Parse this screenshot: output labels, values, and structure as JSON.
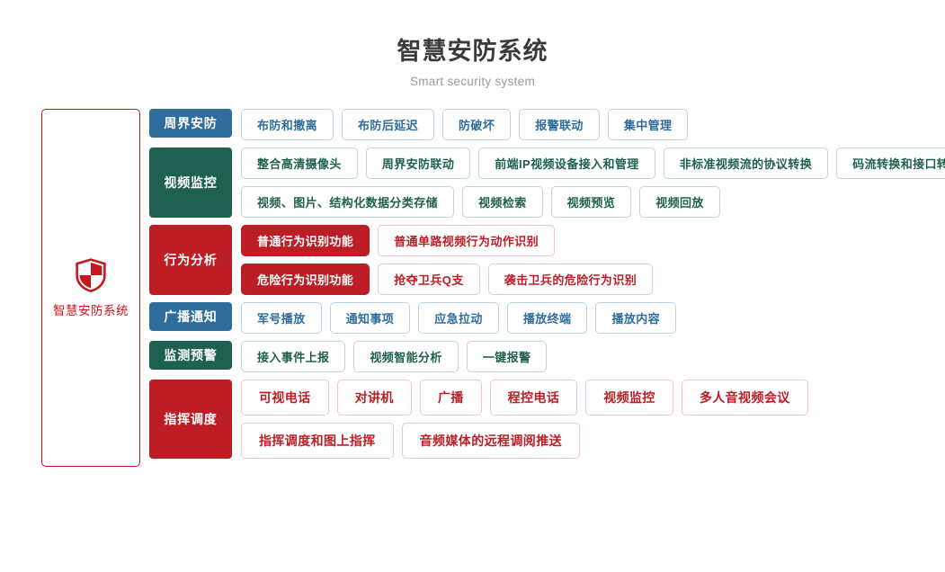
{
  "header": {
    "title": "智慧安防系统",
    "subtitle": "Smart security system"
  },
  "brand": {
    "icon": "shield-icon",
    "label": "智慧安防系统",
    "color": "#c8161d"
  },
  "colors": {
    "blue": "#2e6d9c",
    "green": "#1f6151",
    "red": "#bd1e26",
    "brand_red": "#c8161d",
    "title_gray": "#3b3b3b",
    "subtitle_gray": "#9a9a9a"
  },
  "categories": [
    {
      "label": "周界安防",
      "theme": "blue",
      "lines": [
        [
          {
            "label": "布防和撤离",
            "style": "outline"
          },
          {
            "label": "布防后延迟",
            "style": "outline"
          },
          {
            "label": "防破坏",
            "style": "outline"
          },
          {
            "label": "报警联动",
            "style": "outline"
          },
          {
            "label": "集中管理",
            "style": "outline"
          }
        ]
      ]
    },
    {
      "label": "视频监控",
      "theme": "green",
      "lines": [
        [
          {
            "label": "整合高清摄像头",
            "style": "outline"
          },
          {
            "label": "周界安防联动",
            "style": "outline"
          },
          {
            "label": "前端IP视频设备接入和管理",
            "style": "outline"
          },
          {
            "label": "非标准视频流的协议转换",
            "style": "outline"
          },
          {
            "label": "码流转换和接口转换",
            "style": "outline"
          }
        ],
        [
          {
            "label": "视频、图片、结构化数据分类存储",
            "style": "outline"
          },
          {
            "label": "视频检索",
            "style": "outline"
          },
          {
            "label": "视频预览",
            "style": "outline"
          },
          {
            "label": "视频回放",
            "style": "outline"
          }
        ]
      ]
    },
    {
      "label": "行为分析",
      "theme": "red",
      "lines": [
        [
          {
            "label": "普通行为识别功能",
            "style": "solid"
          },
          {
            "label": "普通单路视频行为动作识别",
            "style": "outline"
          }
        ],
        [
          {
            "label": "危险行为识别功能",
            "style": "solid"
          },
          {
            "label": "抢夺卫兵Q支",
            "style": "outline"
          },
          {
            "label": "袭击卫兵的危险行为识别",
            "style": "outline"
          }
        ]
      ]
    },
    {
      "label": "广播通知",
      "theme": "blue",
      "lines": [
        [
          {
            "label": "军号播放",
            "style": "outline"
          },
          {
            "label": "通知事项",
            "style": "outline"
          },
          {
            "label": "应急拉动",
            "style": "outline"
          },
          {
            "label": "播放终端",
            "style": "outline"
          },
          {
            "label": "播放内容",
            "style": "outline"
          }
        ]
      ]
    },
    {
      "label": "监测预警",
      "theme": "green",
      "lines": [
        [
          {
            "label": "接入事件上报",
            "style": "outline"
          },
          {
            "label": "视频智能分析",
            "style": "outline"
          },
          {
            "label": "一键报警",
            "style": "outline"
          }
        ]
      ]
    },
    {
      "label": "指挥调度",
      "theme": "red",
      "big": true,
      "lines": [
        [
          {
            "label": "可视电话",
            "style": "outline"
          },
          {
            "label": "对讲机",
            "style": "outline"
          },
          {
            "label": "广播",
            "style": "outline"
          },
          {
            "label": "程控电话",
            "style": "outline"
          },
          {
            "label": "视频监控",
            "style": "outline"
          },
          {
            "label": "多人音视频会议",
            "style": "outline"
          }
        ],
        [
          {
            "label": "指挥调度和图上指挥",
            "style": "outline"
          },
          {
            "label": "音频媒体的远程调阅推送",
            "style": "outline"
          }
        ]
      ]
    }
  ]
}
